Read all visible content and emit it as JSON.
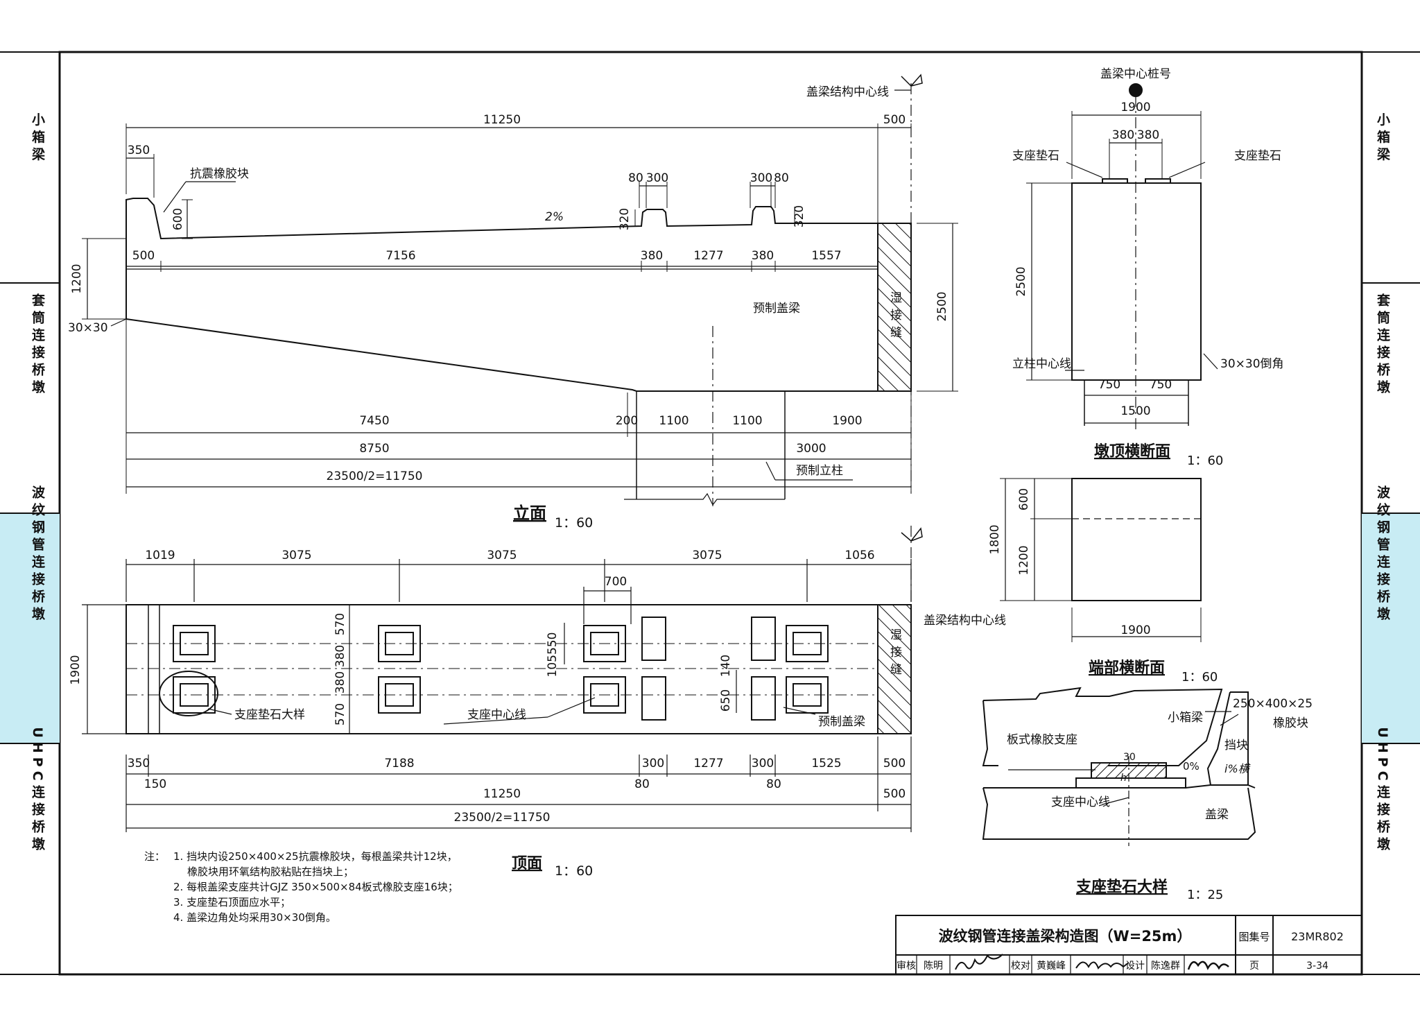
{
  "side_tabs": {
    "left": [
      {
        "label": "小箱梁",
        "active": false
      },
      {
        "label": "套筒连接桥墩",
        "active": false
      },
      {
        "label": "波纹钢管连接桥墩",
        "active": true
      },
      {
        "label": "UHPC连接桥墩",
        "active": false
      }
    ],
    "right": [
      {
        "label": "小箱梁",
        "active": false
      },
      {
        "label": "套筒连接桥墩",
        "active": false
      },
      {
        "label": "波纹钢管连接桥墩",
        "active": true
      },
      {
        "label": "UHPC连接桥墩",
        "active": false
      }
    ],
    "active_color": "#c8ecf4"
  },
  "elevation": {
    "label_centerline": "盖梁结构中心线",
    "label_rubber": "抗震橡胶块",
    "label_slope": "2%",
    "label_precast_capbeam": "预制盖梁",
    "label_wet_joint": "湿接缝",
    "label_chamfer": "30×30",
    "label_precast_column": "预制立柱",
    "dims": {
      "total_half": "11250",
      "end_500": "500",
      "d350": "350",
      "d80": "80",
      "d300": "300",
      "d320": "320",
      "d600": "600",
      "d500": "500",
      "d7156": "7156",
      "d380": "380",
      "d1277": "1277",
      "d1557": "1557",
      "d1200": "1200",
      "d2500": "2500",
      "d7450": "7450",
      "d200": "200",
      "d1100": "1100",
      "d1900": "1900",
      "d8750": "8750",
      "d3000": "3000",
      "d11750": "23500/2=11750"
    },
    "title": "立面",
    "scale": "1：60"
  },
  "section_top": {
    "label_pier_center_station": "盖梁中心桩号",
    "label_bearing_pad_left": "支座垫石",
    "label_bearing_pad_right": "支座垫石",
    "label_column_centerline": "立柱中心线",
    "label_chamfer": "30×30倒角",
    "dims": {
      "w1900": "1900",
      "d380a": "380",
      "d380b": "380",
      "h2500": "2500",
      "d750a": "750",
      "d750b": "750",
      "w1500": "1500"
    },
    "title": "墩顶横断面",
    "scale": "1：60"
  },
  "section_end": {
    "dims": {
      "h1800": "1800",
      "d600": "600",
      "d1200": "1200",
      "w1900": "1900"
    },
    "title": "端部横断面",
    "scale": "1：60"
  },
  "plan": {
    "label_centerline": "盖梁结构中心线",
    "label_wet_joint": "湿接缝",
    "label_bearing_pad_detail": "支座垫石大样",
    "label_bearing_centerline": "支座中心线",
    "label_precast_capbeam": "预制盖梁",
    "dims": {
      "d1019": "1019",
      "d3075a": "3075",
      "d3075b": "3075",
      "d3075c": "3075",
      "d1056": "1056",
      "d700": "700",
      "w1900": "1900",
      "d570a": "570",
      "d380a": "380",
      "d380b": "380",
      "d570b": "570",
      "d105550": "105550",
      "d140": "140",
      "d650": "650",
      "b350": "350",
      "b150": "150",
      "b7188": "7188",
      "b300a": "300",
      "b80a": "80",
      "b1277": "1277",
      "b300b": "300",
      "b80b": "80",
      "b1525": "1525",
      "b500": "500",
      "b11250": "11250",
      "b500b": "500",
      "b11750": "23500/2=11750"
    },
    "title": "顶面",
    "scale": "1：60"
  },
  "bearing_detail": {
    "label_box_girder": "小箱梁",
    "label_rubber": "250×400×25",
    "label_rubber2": "橡胶块",
    "label_plate_bearing": "板式橡胶支座",
    "label_stopper": "挡块",
    "label_d30": "30",
    "label_h": "h",
    "label_zero": "0%",
    "label_slope": "i%横",
    "label_bearing_centerline": "支座中心线",
    "label_capbeam": "盖梁",
    "title": "支座垫石大样",
    "scale": "1：25"
  },
  "notes": {
    "head": "注：",
    "items": [
      "1. 挡块内设250×400×25抗震橡胶块，每根盖梁共计12块，",
      "橡胶块用环氧结构胶粘贴在挡块上；",
      "2. 每根盖梁支座共计GJZ 350×500×84板式橡胶支座16块；",
      "3. 支座垫石顶面应水平；",
      "4. 盖梁边角处均采用30×30倒角。"
    ]
  },
  "title_block": {
    "drawing_title": "波纹钢管连接盖梁构造图（W=25m）",
    "atlas_label": "图集号",
    "atlas_no": "23MR802",
    "review_label": "审核",
    "reviewer": "陈明",
    "check_label": "校对",
    "checker": "黄巍峰",
    "design_label": "设计",
    "designer": "陈逸群",
    "page_label": "页",
    "page_no": "3-34"
  }
}
